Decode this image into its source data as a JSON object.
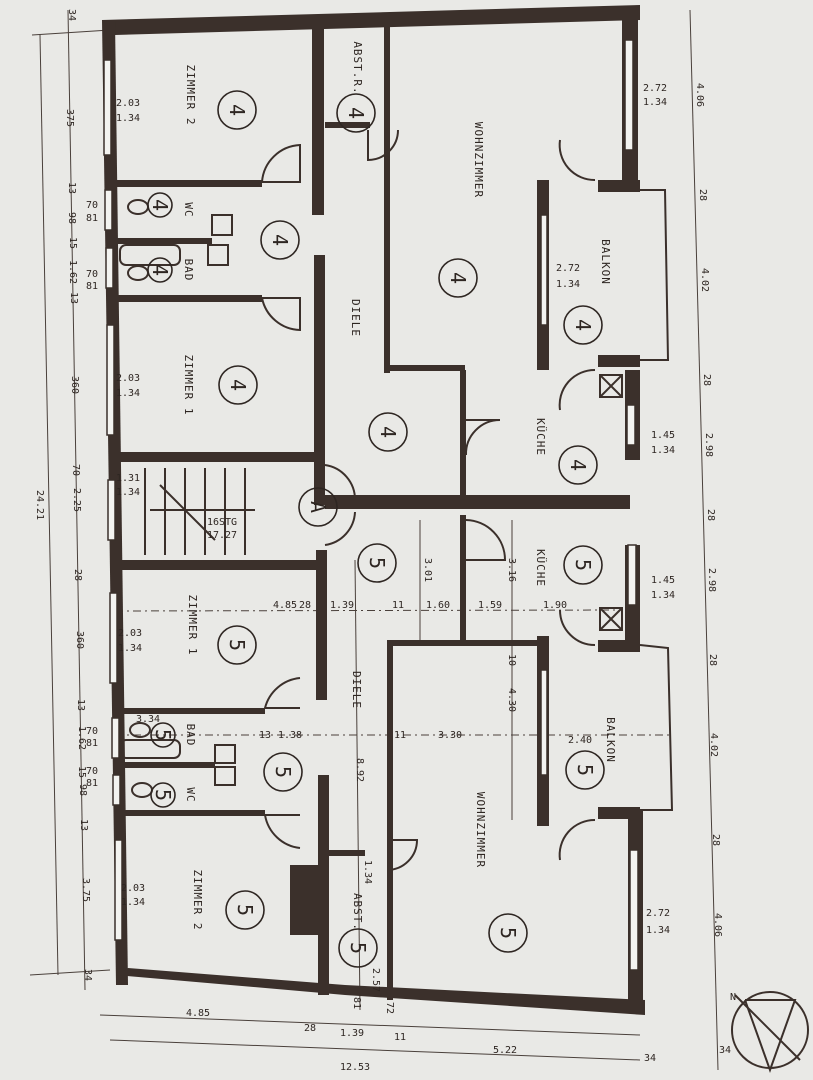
{
  "room_labels": [
    "ZIMMER 2",
    "WC",
    "BAD",
    "ZIMMER 1",
    "ABST.R.",
    "WOHNZIMMER",
    "BALKON",
    "DIELE",
    "KÜCHE",
    "KÜCHE",
    "ZIMMER 1",
    "BAD",
    "WC",
    "ZIMMER 2",
    "DIELE",
    "BALKON",
    "WOHNZIMMER",
    "ABST."
  ],
  "unit_markers": [
    "4",
    "4",
    "4",
    "4",
    "4",
    "4",
    "4",
    "4",
    "4",
    "4",
    "A",
    "5",
    "5",
    "5",
    "5",
    "5",
    "5",
    "5",
    "5",
    "5",
    "5"
  ],
  "dimensions": [
    "2.03",
    "1.34",
    "70",
    "81",
    "70",
    "81",
    "2.03",
    "1.34",
    "1.31",
    "1.34",
    "16STG",
    "17.27",
    "2.03",
    "1.34",
    "3.34",
    "70",
    "81",
    "70",
    "81",
    "2.03",
    "1.34",
    "2.72",
    "1.34",
    "2.72",
    "1.34",
    "1.45",
    "1.34",
    "1.45",
    "1.34",
    "2.72",
    "1.34",
    "4.85",
    "28",
    "1.39",
    "11",
    "1.60",
    "1.59",
    "1.90",
    "3.01",
    "3.16",
    "10",
    "4.30",
    "13",
    "1.38",
    "11",
    "3.30",
    "2.40",
    "8.92",
    "1.34",
    "2.57",
    "375",
    "13",
    "98",
    "15",
    "1.62",
    "13",
    "360",
    "70",
    "2.25",
    "28",
    "360",
    "13",
    "1.62",
    "15",
    "98",
    "13",
    "3.75",
    "34",
    "24.21",
    "34",
    "4.06",
    "28",
    "4.02",
    "28",
    "2.98",
    "28",
    "2.98",
    "28",
    "4.02",
    "28",
    "4.06",
    "34",
    "4.85",
    "28",
    "1.39",
    "11",
    "5.22",
    "34",
    "12.53",
    "72",
    "81"
  ],
  "compass": {
    "label": "N"
  }
}
